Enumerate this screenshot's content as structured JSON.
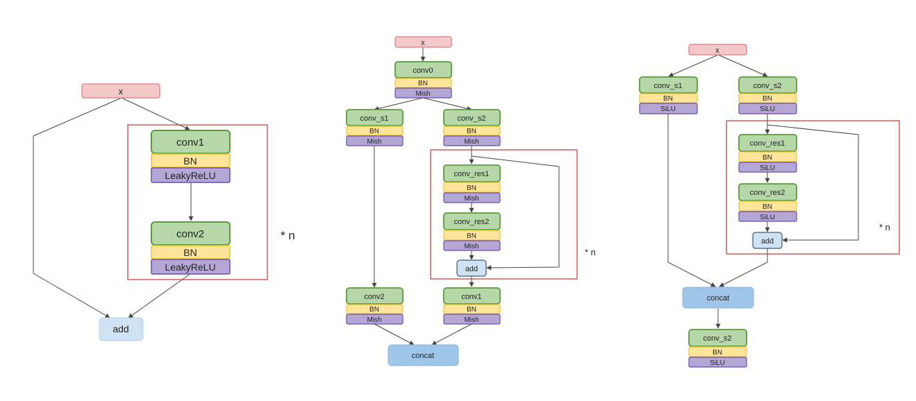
{
  "diagram_1": {
    "input": "x",
    "conv1": "conv1",
    "conv1_bn": "BN",
    "conv1_act": "LeakyReLU",
    "conv2": "conv2",
    "conv2_bn": "BN",
    "conv2_act": "LeakyReLU",
    "repeat": "* n",
    "add": "add"
  },
  "diagram_2": {
    "input": "x",
    "conv0": "conv0",
    "conv0_bn": "BN",
    "conv0_act": "Mish",
    "conv_s1": "conv_s1",
    "conv_s1_bn": "BN",
    "conv_s1_act": "Mish",
    "conv_s2": "conv_s2",
    "conv_s2_bn": "BN",
    "conv_s2_act": "Mish",
    "conv_res1": "conv_res1",
    "conv_res1_bn": "BN",
    "conv_res1_act": "Mish",
    "conv_res2": "conv_res2",
    "conv_res2_bn": "BN",
    "conv_res2_act": "Mish",
    "add": "add",
    "repeat": "* n",
    "conv2": "conv2",
    "conv2_bn": "BN",
    "conv2_act": "Mish",
    "conv1": "conv1",
    "conv1_bn": "BN",
    "conv1_act": "Mish",
    "concat": "concat"
  },
  "diagram_3": {
    "input": "x",
    "conv_s1": "conv_s1",
    "conv_s1_bn": "BN",
    "conv_s1_act": "SiLU",
    "conv_s2": "conv_s2",
    "conv_s2_bn": "BN",
    "conv_s2_act": "SiLU",
    "conv_res1": "conv_res1",
    "conv_res1_bn": "BN",
    "conv_res1_act": "SiLU",
    "conv_res2": "conv_res2",
    "conv_res2_bn": "BN",
    "conv_res2_act": "SiLU",
    "add": "add",
    "repeat": "* n",
    "concat": "concat",
    "out_conv": "conv_s2",
    "out_bn": "BN",
    "out_act": "SiLU"
  },
  "colors": {
    "input_fill": "#f4c7c9",
    "input_stroke": "#e08a8f",
    "conv_fill": "#b6d7a8",
    "conv_stroke": "#5a9a3c",
    "bn_fill": "#ffe599",
    "bn_stroke": "#f1c232",
    "act_fill": "#b4a7d6",
    "act_stroke": "#674ea7",
    "add_fill": "#cfe2f3",
    "add_stroke": "#9fc5e8",
    "concat_fill": "#9fc5e8",
    "concat_stroke": "#6fa8dc",
    "repeat_box": "#cc3333",
    "arrow": "#444444"
  }
}
